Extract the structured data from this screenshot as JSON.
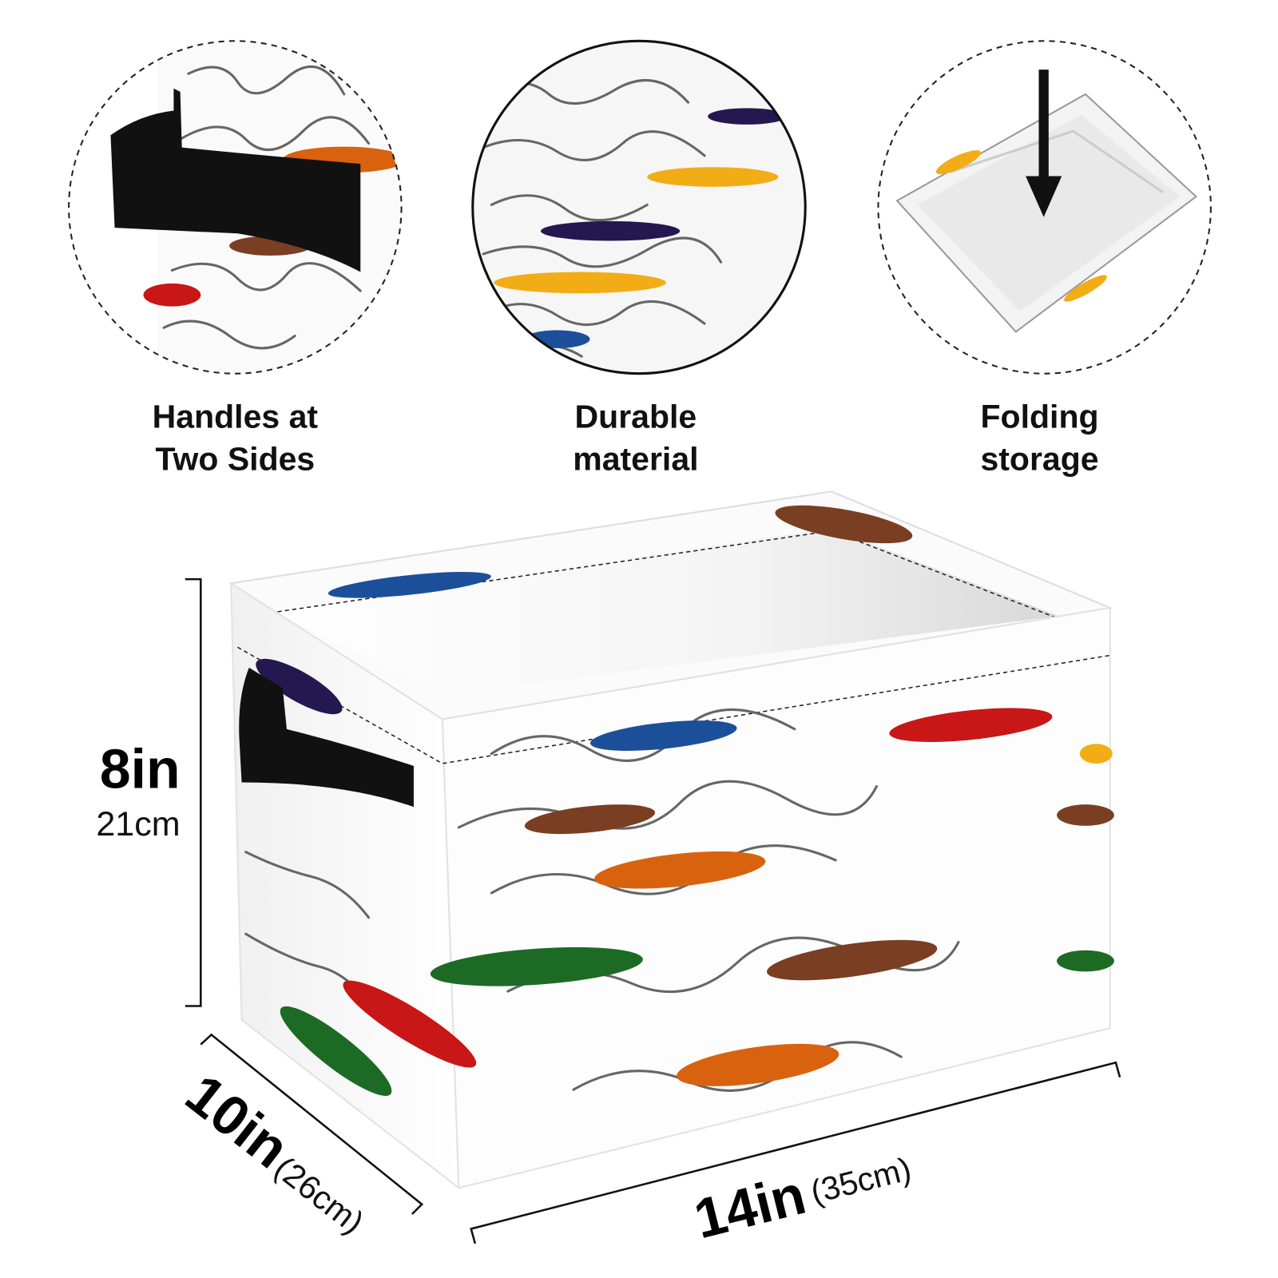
{
  "features": [
    {
      "line1": "Handles at",
      "line2": "Two Sides"
    },
    {
      "line1": "Durable",
      "line2": "material"
    },
    {
      "line1": "Folding",
      "line2": "storage"
    }
  ],
  "dimensions": {
    "height_in": "8in",
    "height_cm": "21cm",
    "depth_in": "10in",
    "depth_cm": "(26cm)",
    "width_in": "14in",
    "width_cm": "(35cm)"
  },
  "colors": {
    "orange": "#d9620f",
    "navy": "#23184f",
    "yellow": "#f2ad16",
    "red": "#c91616",
    "green": "#1d6a25",
    "brown": "#7a3e22",
    "blue": "#1b4f9a",
    "handle": "#111111"
  }
}
